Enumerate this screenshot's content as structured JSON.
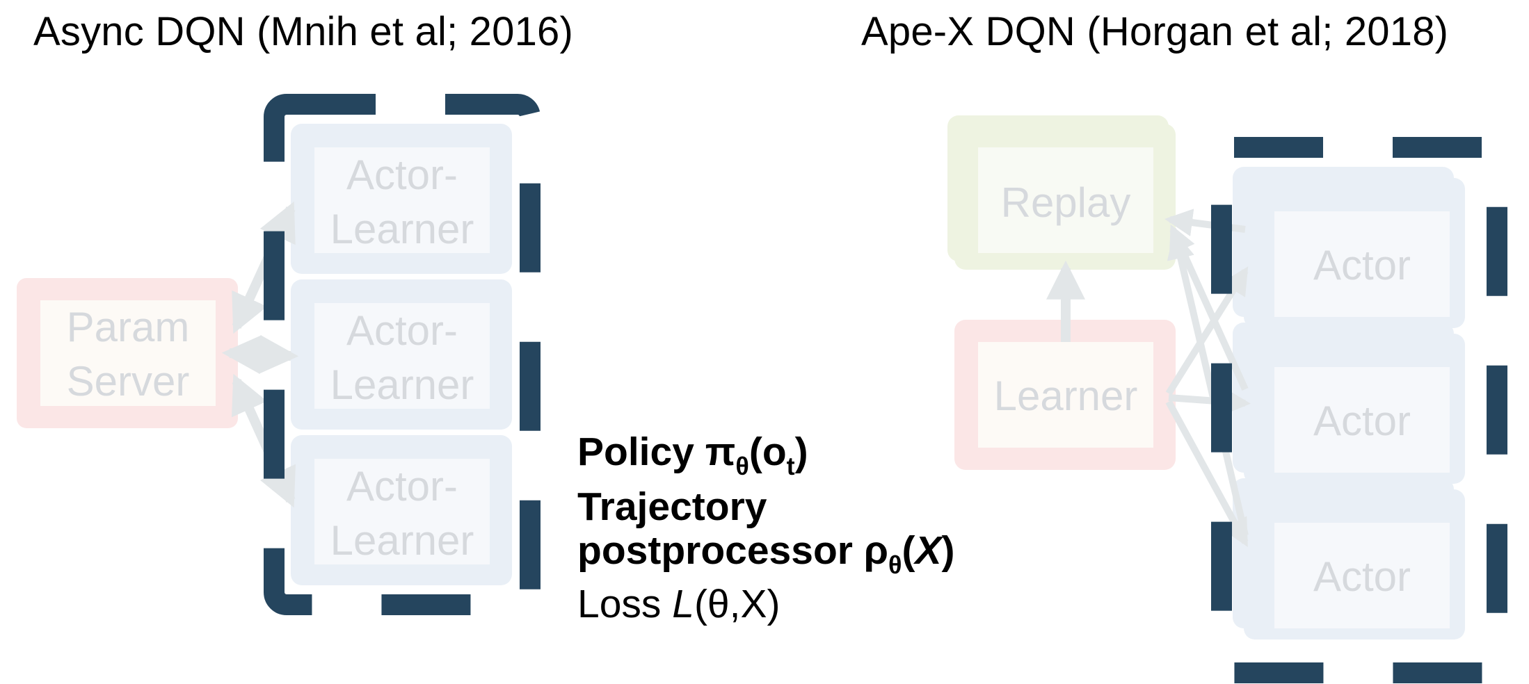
{
  "titles": {
    "left": "Async DQN (Mnih et al; 2016)",
    "right": "Ape-X DQN (Horgan et al; 2018)"
  },
  "left_diagram": {
    "param_server": [
      "Param",
      "Server"
    ],
    "actor_learners": [
      [
        "Actor-",
        "Learner"
      ],
      [
        "Actor-",
        "Learner"
      ],
      [
        "Actor-",
        "Learner"
      ]
    ]
  },
  "right_diagram": {
    "replay": "Replay",
    "learner": "Learner",
    "actors": [
      "Actor",
      "Actor",
      "Actor"
    ]
  },
  "legend": {
    "policy": {
      "label": "Policy π",
      "sub": "θ",
      "arg_open": "(o",
      "arg_sub": "t",
      "arg_close": ")"
    },
    "trajectory": {
      "line1": "Trajectory",
      "line2_label": "postprocessor ρ",
      "line2_sub": "θ",
      "line2_open": "(",
      "line2_var": "X",
      "line2_close": ")"
    },
    "loss": {
      "label": "Loss ",
      "func": "L",
      "args": "(θ,X)"
    }
  },
  "colors": {
    "dashed_border": "#25455e",
    "actor_fill": "#e9eff6",
    "actor_inner": "#f6f8fb",
    "param_fill": "#fbe6e6",
    "param_inner": "#fdfaf6",
    "replay_fill": "#eef3e1",
    "replay_inner": "#f8faf4",
    "arrow": "#e2e6e8",
    "faded_text": "#d6d9dd"
  }
}
